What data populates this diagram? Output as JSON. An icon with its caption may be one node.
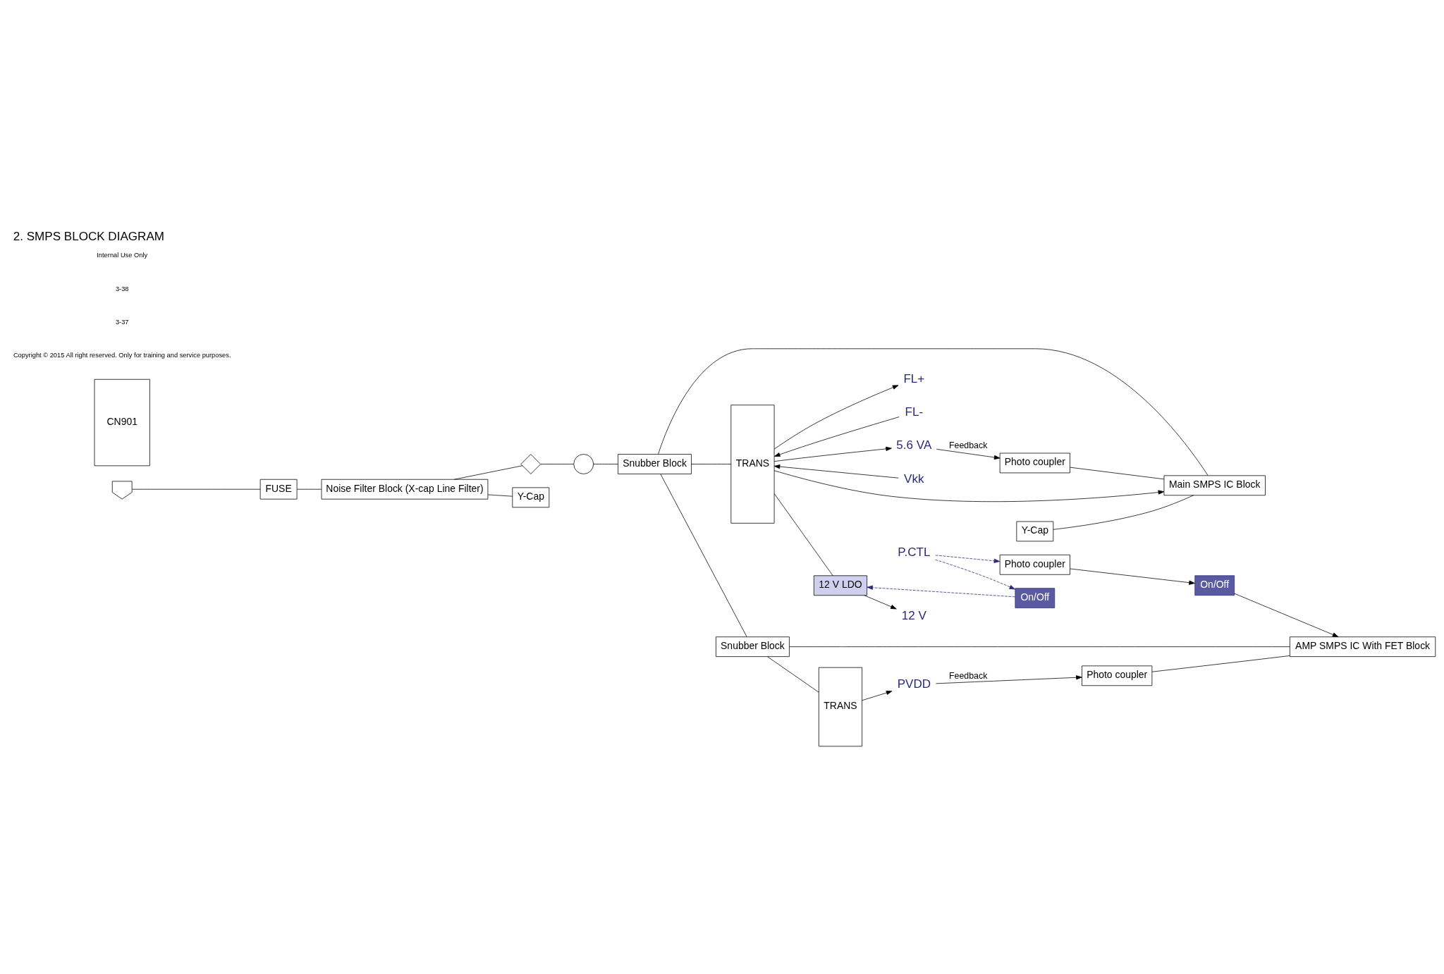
{
  "diagram": {
    "title": "2. SMPS BLOCK DIAGRAM",
    "nodes": [
      {
        "text": [
          "Noise Filter Block (X-cap Line Filter)"
        ]
      },
      {
        "text": [
          "FUSE"
        ]
      },
      {
        "text": [],
        "shape": "plug"
      },
      {
        "text": [],
        "shape": "diamond"
      },
      {
        "text": [],
        "shape": "ellipse"
      },
      {
        "text": [
          "Snubber Block"
        ]
      },
      {
        "text": [
          "TRANS"
        ]
      },
      {
        "text": [
          "Main SMPS IC Block"
        ]
      },
      {
        "text": [
          "12 V LDO"
        ]
      },
      {
        "text": [
          "On/Off"
        ]
      },
      {
        "text": [
          "Photo coupler"
        ]
      },
      {
        "text": [
          "Photo coupler"
        ]
      },
      {
        "text": [
          "On/Off"
        ]
      },
      {
        "text": [
          "Y-Cap"
        ]
      },
      {
        "text": [
          "Y-Cap"
        ]
      },
      {
        "text": [
          "Snubber Block"
        ]
      },
      {
        "text": [
          "TRANS"
        ]
      },
      {
        "text": [
          "AMP SMPS IC With FET Block"
        ]
      },
      {
        "text": [
          "Photo coupler"
        ]
      },
      {
        "text": [
          "CN901"
        ]
      },
      {
        "text": [
          "FL+"
        ]
      },
      {
        "text": [
          "FL-"
        ]
      },
      {
        "text": [
          "Vkk"
        ]
      },
      {
        "text": [
          "12 V"
        ]
      },
      {
        "text": [
          "5.6 VA"
        ]
      },
      {
        "text": [
          "P.CTL"
        ]
      },
      {
        "text": [
          "PVDD"
        ]
      }
    ],
    "edges": [
      {
        "from": 2,
        "to": 1,
        "arrow": "none"
      },
      {
        "from": 1,
        "to": 0,
        "arrow": "none"
      },
      {
        "from": 0,
        "to": 3,
        "arrow": "none"
      },
      {
        "from": 3,
        "to": 4,
        "arrow": "none"
      },
      {
        "from": 4,
        "to": 5,
        "arrow": "none"
      },
      {
        "from": 5,
        "to": 6,
        "arrow": "none"
      },
      {
        "from": 5,
        "to": 7,
        "arrow": "none"
      },
      {
        "from": 6,
        "to": 7,
        "arrow": "to"
      },
      {
        "from": 0,
        "to": 14,
        "arrow": "none"
      },
      {
        "from": 13,
        "to": 7,
        "arrow": "none"
      },
      {
        "from": 6,
        "to": 20,
        "arrow": "to"
      },
      {
        "from": 21,
        "to": 6,
        "arrow": "to"
      },
      {
        "from": 22,
        "to": 6,
        "arrow": "to"
      },
      {
        "from": 6,
        "to": 8,
        "arrow": "none"
      },
      {
        "from": 8,
        "to": 23,
        "arrow": "to"
      },
      {
        "from": 6,
        "to": 24,
        "arrow": "to"
      },
      {
        "from": 9,
        "to": 8,
        "arrow": "to",
        "style": "dashed",
        "color": "#2a2a7a"
      },
      {
        "from": 25,
        "to": 9,
        "arrow": "to",
        "style": "dashed",
        "color": "#2a2a7a"
      },
      {
        "from": 25,
        "to": 11,
        "arrow": "to",
        "style": "dashed",
        "color": "#2a2a7a"
      },
      {
        "from": 24,
        "to": 10,
        "arrow": "to",
        "label": "Feedback"
      },
      {
        "from": 10,
        "to": 7,
        "arrow": "none"
      },
      {
        "from": 11,
        "to": 12,
        "arrow": "to"
      },
      {
        "from": 12,
        "to": 17,
        "arrow": "to"
      },
      {
        "from": 5,
        "to": 15,
        "arrow": "none"
      },
      {
        "from": 15,
        "to": 16,
        "arrow": "none"
      },
      {
        "from": 15,
        "to": 17,
        "arrow": "none"
      },
      {
        "from": 16,
        "to": 26,
        "arrow": "to"
      },
      {
        "from": 26,
        "to": 18,
        "arrow": "to",
        "label": "Feedback"
      },
      {
        "from": 18,
        "to": 17,
        "arrow": "none"
      }
    ],
    "labels": [
      "Copyright © 2015 All right reserved. Only for training and service purposes.",
      "3-37",
      "3-38",
      "Internal Use Only"
    ]
  }
}
